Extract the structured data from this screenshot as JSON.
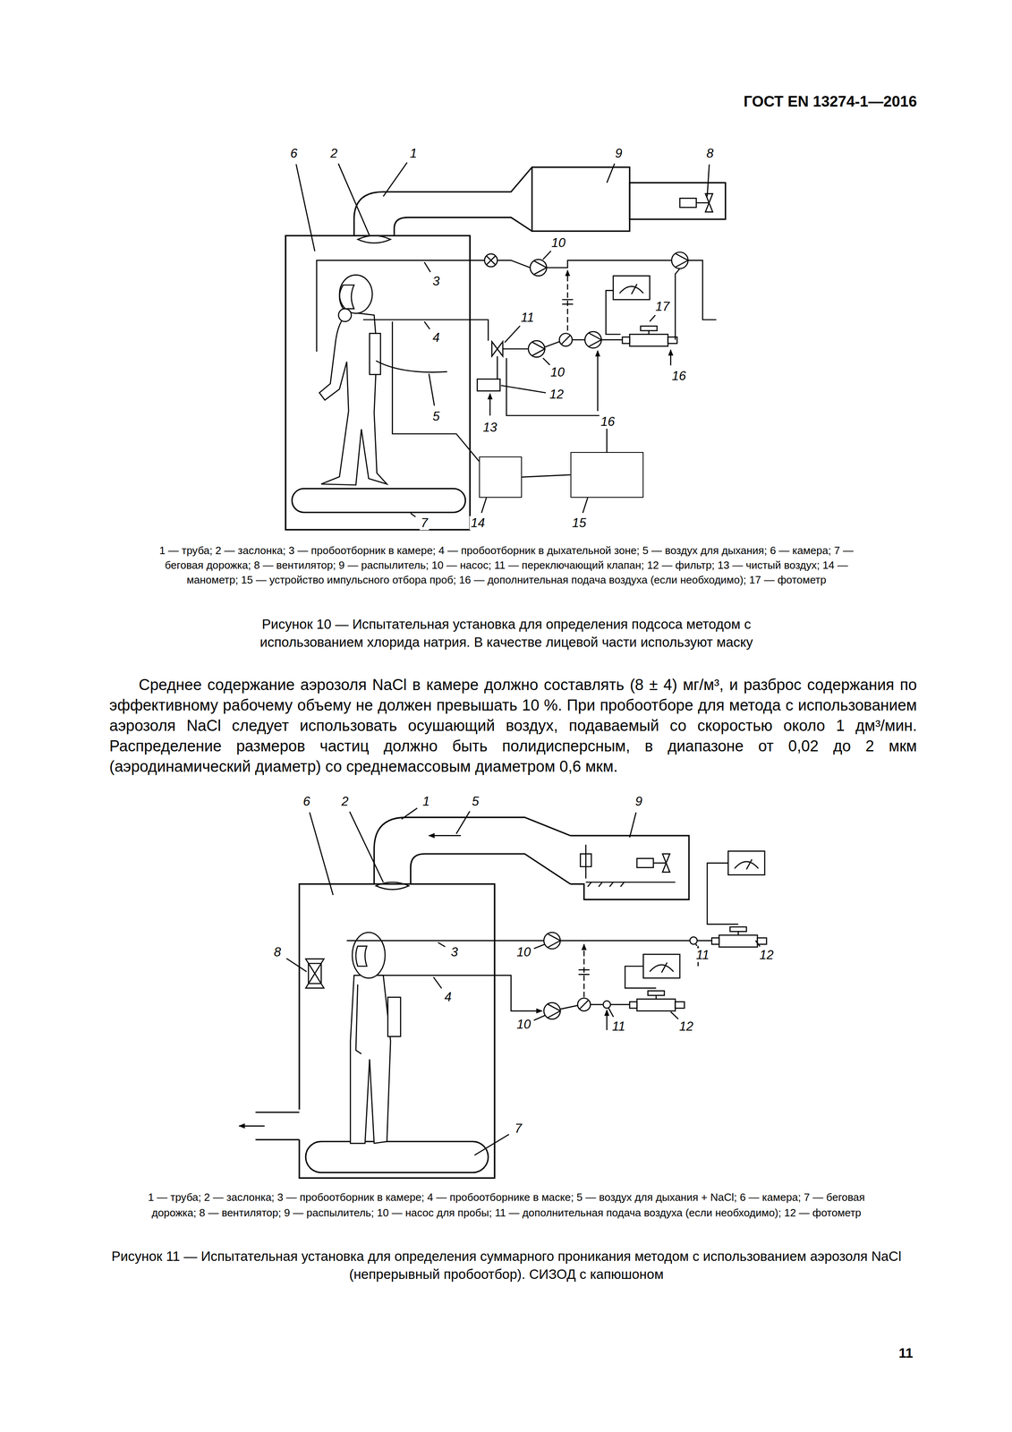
{
  "diagram": {
    "nodes": [
      {
        "text": [
          "14"
        ]
      },
      {
        "text": [
          "15"
        ]
      }
    ],
    "edges": [
      {
        "from": 0,
        "to": 1,
        "arrow": "none"
      }
    ],
    "labels": [
      "ГОСТ EN 13274-1—2016",
      "6",
      "2",
      "1",
      "9",
      "8",
      "10",
      "3",
      "17",
      "11",
      "4",
      "10",
      "16",
      "5",
      "12",
      "16",
      "13",
      "7",
      "1 — труба; 2 — заслонка; 3 — пробоотборник в камере; 4 — пробоотборник в дыхательной зоне; 5 — воздух для дыхания; 6 — камера; 7 — беговая дорожка; 8 — вентилятор; 9 — распылитель; 10 — насос; 11 — переключающий клапан; 12 — фильтр; 13 — чистый воздух; 14 — манометр; 15 — устройство импульсного отбора проб; 16 — дополнительная подача воздуха (если необходимо); 17 — фотометр",
      "Рисунок 10 — Испытательная установка для определения подсоса методом с использованием хлорида натрия. В качестве лицевой части используют маску",
      "Среднее содержание аэрозоля NaCl в камере должно составлять (8 ± 4) мг/м³, и разброс содержания по эффективному рабочему объему не должен превышать 10 %. При пробоотборе для метода с использованием аэрозоля NaCl следует использовать осушающий воздух, подаваемый со скоростью около 1 дм³/мин. Распределение размеров частиц должно быть полидисперсным, в диапазоне от 0,02 до 2 мкм (аэродинамический диаметр) со среднемассовым диаметром 0,6 мкм.",
      "6",
      "2",
      "1",
      "5",
      "9",
      "8",
      "3",
      "10",
      "11",
      "12",
      "4",
      "10",
      "11",
      "12",
      "7",
      "1 — труба; 2 — заслонка; 3 — пробоотборник в камере; 4 — пробоотборнике в маске; 5 — воздух для дыхания + NaCl; 6 — камера; 7 — беговая дорожка; 8 — вентилятор; 9 — распылитель; 10 — насос для пробы; 11 — дополнительная подача воздуха (если необходимо); 12 — фотометр",
      "Рисунок 11 — Испытательная установка для определения суммарного проникания методом с использованием аэрозоля NaCl (непрерывный пробоотбор). СИЗОД с капюшоном",
      "11"
    ]
  }
}
